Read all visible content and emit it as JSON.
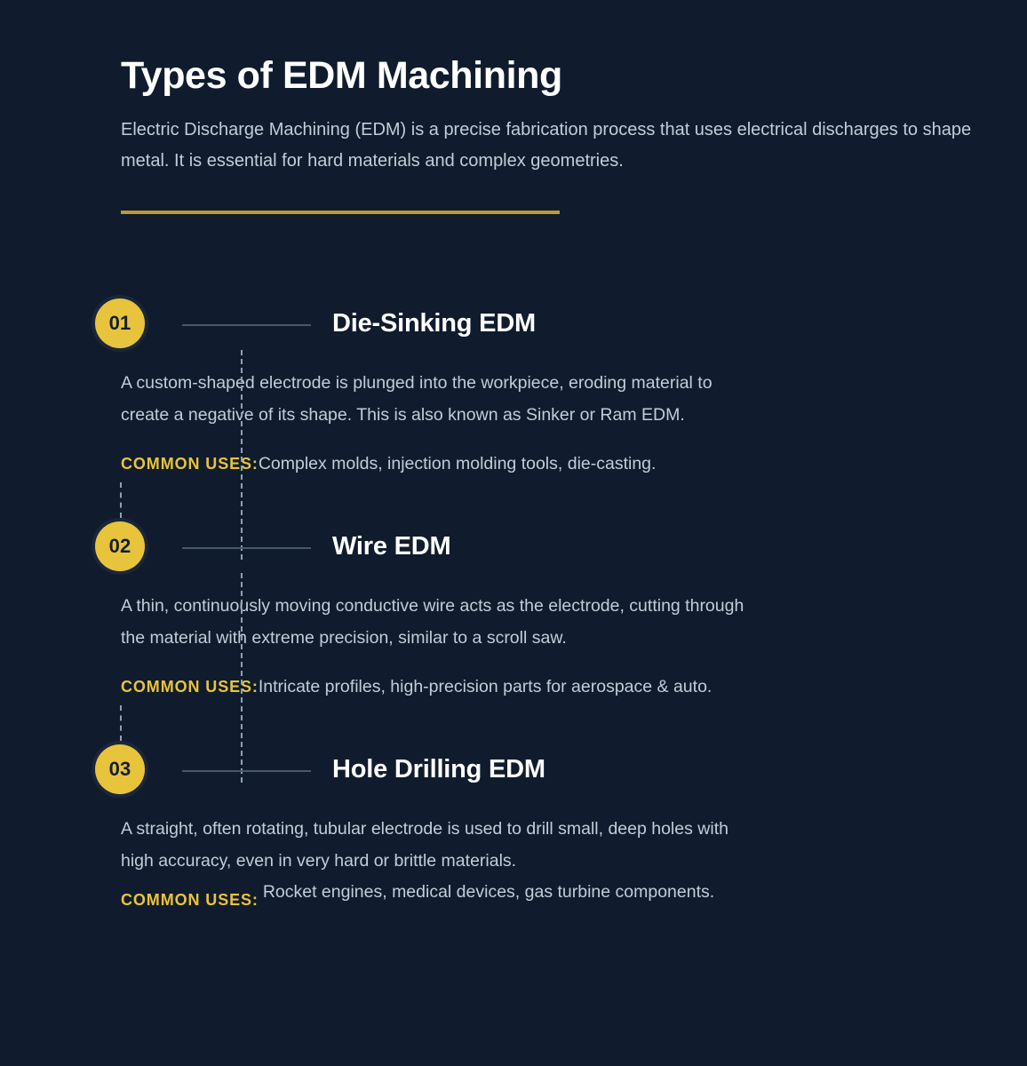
{
  "header": {
    "title": "Types of EDM Machining",
    "intro": "Electric Discharge Machining (EDM) is a precise fabrication process that uses electrical discharges to shape metal. It is essential for hard materials and complex geometries."
  },
  "theme": {
    "background": "#101c2d",
    "accent_gold": "#e8c33c",
    "divider_gold": "#b99a35",
    "body_text": "#c3ccd8",
    "connector_line": "#46586f",
    "dashed_rail": "#8fa0b4",
    "badge_ring": "#1b2739",
    "badge_text": "#141f30"
  },
  "sections": [
    {
      "number": "01",
      "title": "Die-Sinking EDM",
      "description": "A custom-shaped electrode is plunged into the workpiece, eroding material to create a negative of its shape. This is also known as Sinker or Ram EDM.",
      "uses_label": "COMMON USES:",
      "uses_text": "Complex molds, injection molding tools, die-casting."
    },
    {
      "number": "02",
      "title": "Wire EDM",
      "description": "A thin, continuously moving conductive wire acts as the electrode, cutting through the material with extreme precision, similar to a scroll saw.",
      "uses_label": "COMMON USES:",
      "uses_text": "Intricate profiles, high-precision parts for aerospace & auto."
    },
    {
      "number": "03",
      "title": "Hole Drilling EDM",
      "description": "A straight, often rotating, tubular electrode is used to drill small, deep holes with high accuracy, even in very hard or brittle materials.",
      "uses_label": "COMMON USES:",
      "uses_text": "Rocket engines, medical devices, gas turbine components."
    }
  ]
}
